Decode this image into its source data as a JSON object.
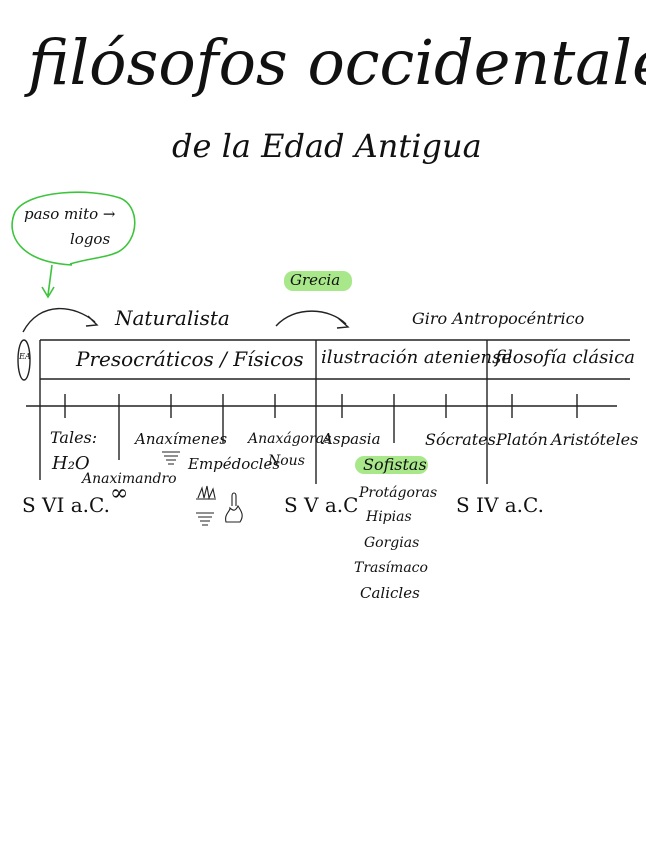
{
  "title": "filósofos occidentales",
  "subtitle": "de la Edad Antigua",
  "note": {
    "line1": "paso mito →",
    "line2": "logos",
    "color": "#3cc43c"
  },
  "region": {
    "label": "Grecia",
    "highlight": "#a8e88a"
  },
  "movements": {
    "left": "Naturalista",
    "right": "Giro Antropocéntrico"
  },
  "side_label": "EA",
  "table_headers": [
    "Presocráticos / Físicos",
    "ilustración ateniense",
    "filosofía clásica"
  ],
  "philosophers": {
    "tales": "Tales:",
    "tales_element": "H₂O",
    "anaximandro": "Anaximandro",
    "anaximandro_symbol": "∞",
    "anaximenes": "Anaxímenes",
    "anaximenes_symbol": "air-icon",
    "empedocles": "Empédocles",
    "empedocles_symbols": [
      "earth-icon",
      "air-icon",
      "water-icon",
      "fire-icon"
    ],
    "anaxagoras": "Anaxágoras",
    "anaxagoras_concept": "Nous",
    "aspasia": "Aspasia",
    "socrates": "Sócrates",
    "platon": "Platón",
    "aristoteles": "Aristóteles"
  },
  "sofistas": {
    "label": "Sofistas",
    "members": [
      "Protágoras",
      "Hipias",
      "Gorgias",
      "Trasímaco",
      "Calicles"
    ]
  },
  "centuries": [
    "S VI a.C.",
    "S V a.C",
    "S IV a.C."
  ]
}
